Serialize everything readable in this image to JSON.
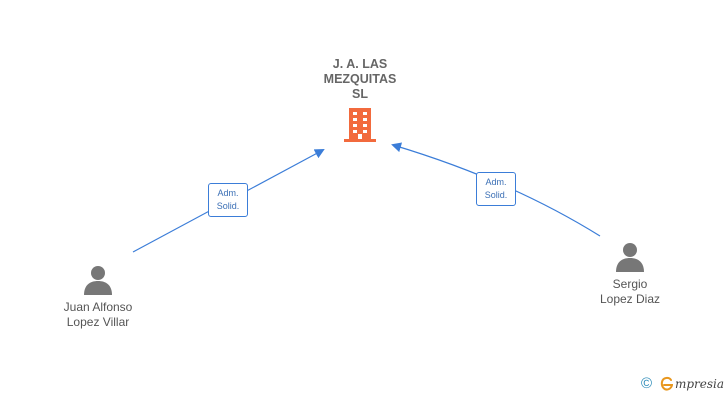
{
  "company": {
    "name_lines": [
      "J. A. LAS",
      "MEZQUITAS",
      "SL"
    ],
    "icon": "building-icon",
    "color": "#f26a3d"
  },
  "people": [
    {
      "name_lines": [
        "Juan Alfonso",
        "Lopez Villar"
      ],
      "icon": "person-icon"
    },
    {
      "name_lines": [
        "Sergio",
        "Lopez Diaz"
      ],
      "icon": "person-icon"
    }
  ],
  "relations": [
    {
      "label_lines": [
        "Adm.",
        "Solid."
      ],
      "from": "Juan Alfonso Lopez Villar",
      "to": "J. A. LAS MEZQUITAS SL"
    },
    {
      "label_lines": [
        "Adm.",
        "Solid."
      ],
      "from": "Sergio Lopez Diaz",
      "to": "J. A. LAS MEZQUITAS SL"
    }
  ],
  "colors": {
    "edge": "#3b7dd8",
    "person_icon": "#777777",
    "company_icon": "#f26a3d"
  },
  "brand": {
    "copyright_symbol": "©",
    "name": "mpresia",
    "icon": "empresia-e-icon"
  }
}
